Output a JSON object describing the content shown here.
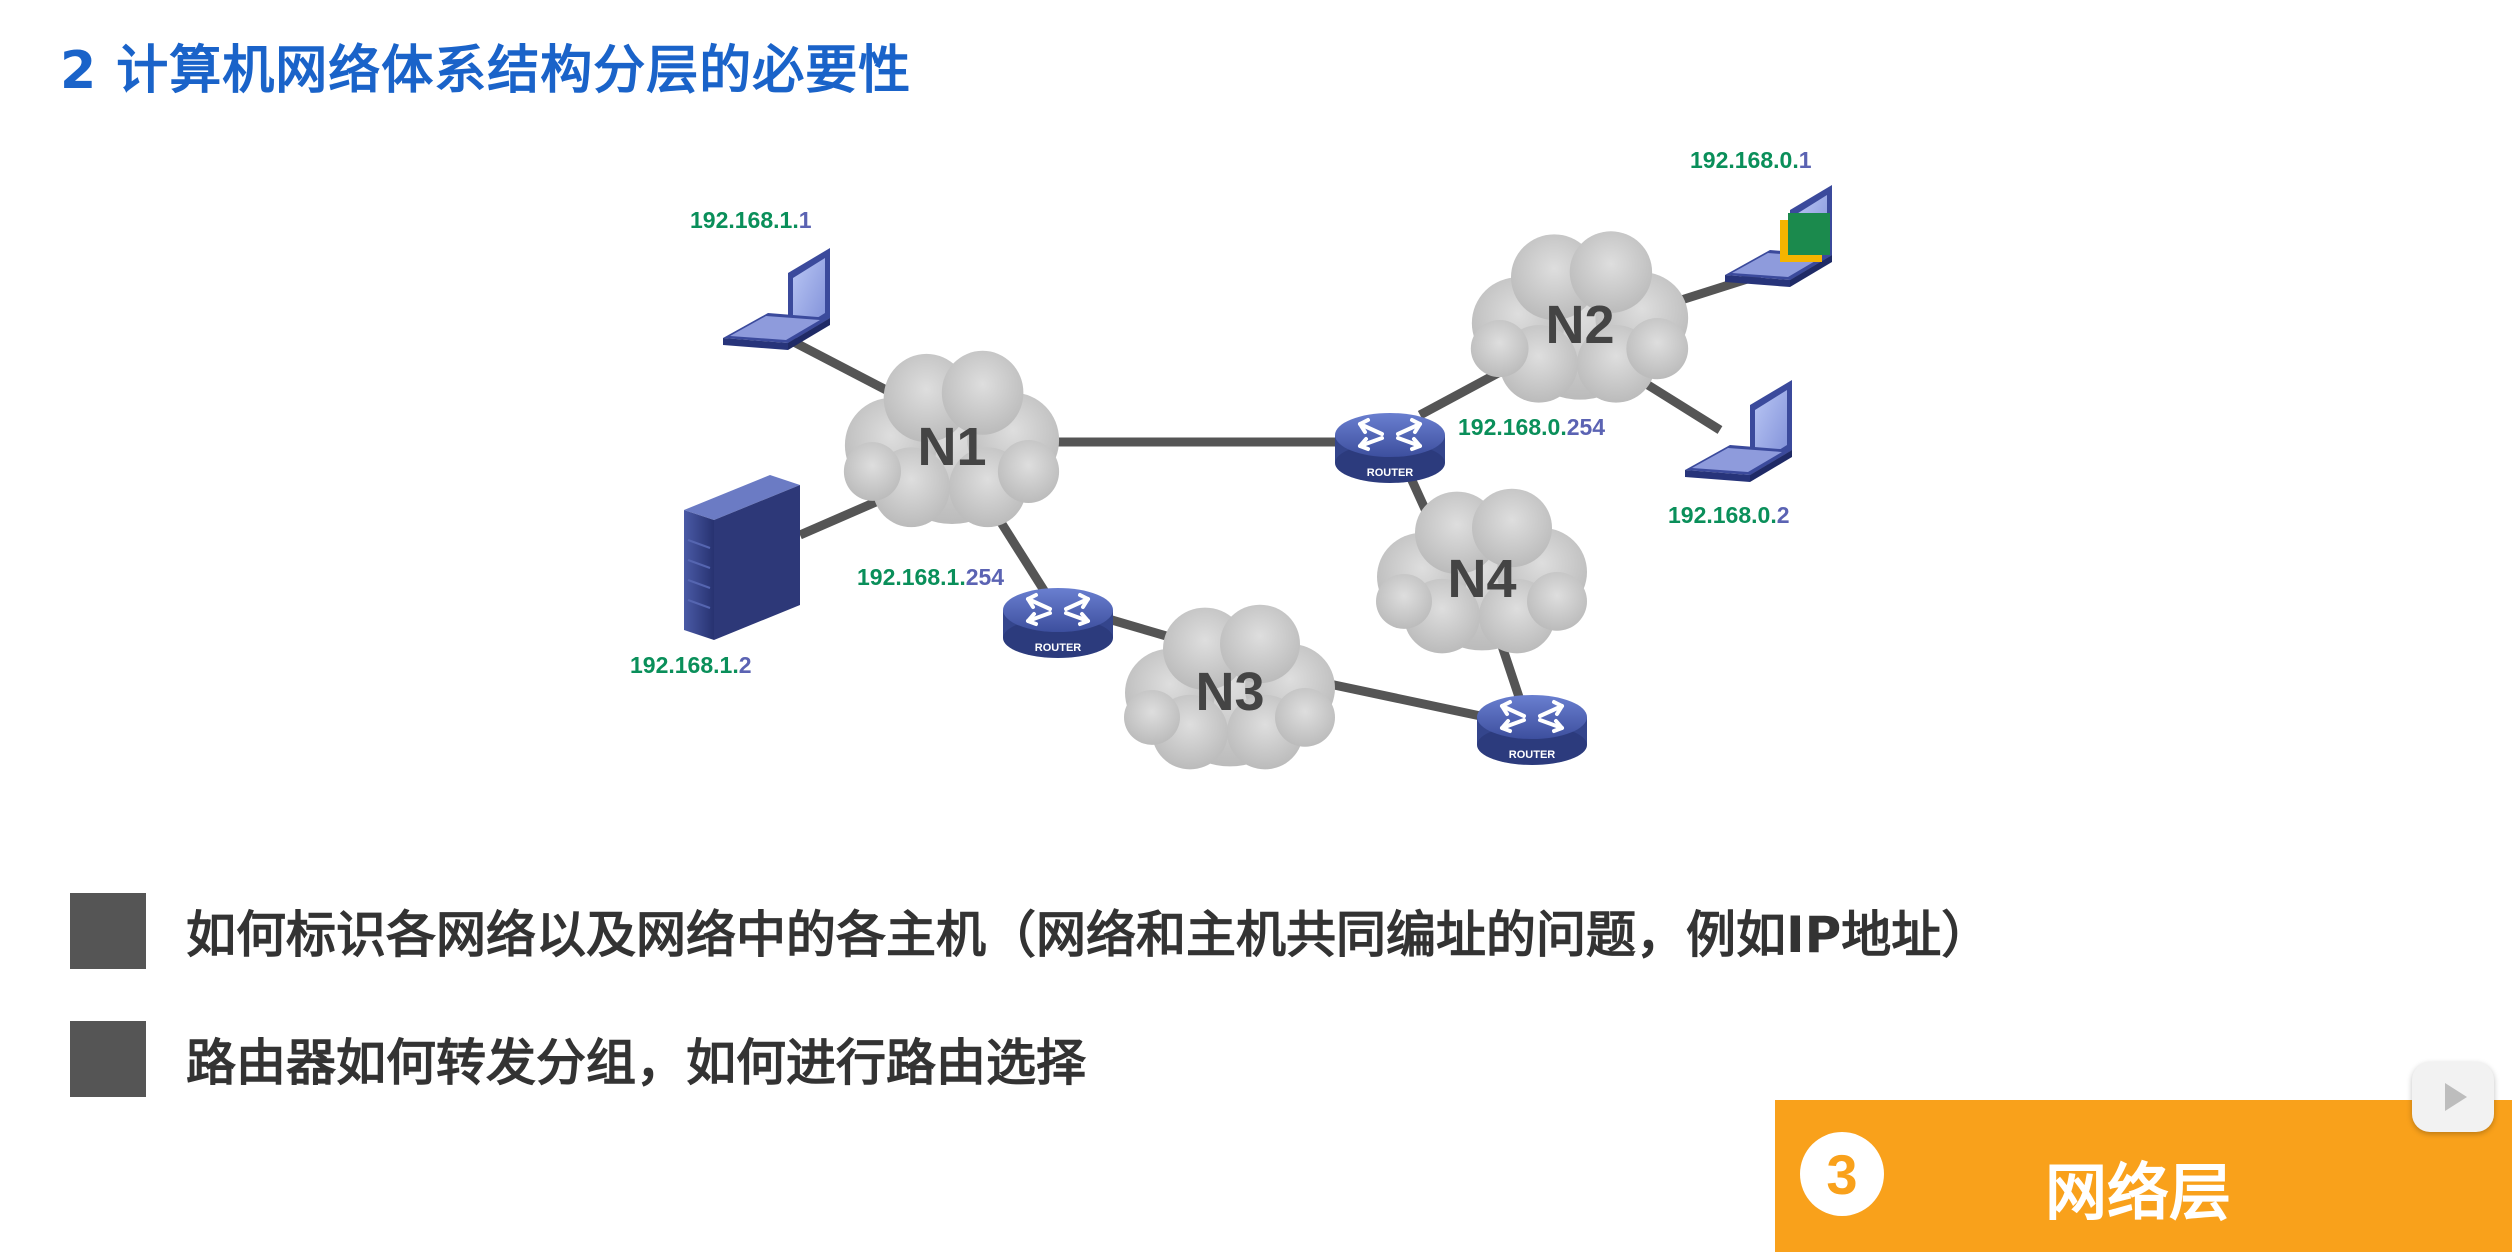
{
  "title": "2 计算机网络体系结构分层的必要性",
  "networks": [
    "N1",
    "N2",
    "N3",
    "N4"
  ],
  "hosts": {
    "laptop_n1": {
      "prefix": "192.168.1.",
      "suffix": "1"
    },
    "server_n1": {
      "prefix": "192.168.1.",
      "suffix": "2"
    },
    "laptop_n2_top": {
      "prefix": "192.168.0.",
      "suffix": "1"
    },
    "laptop_n2_bottom": {
      "prefix": "192.168.0.",
      "suffix": "2"
    }
  },
  "router_ports": {
    "r1_n1": {
      "prefix": "192.168.1.",
      "suffix": "254"
    },
    "r_n2": {
      "prefix": "192.168.0.",
      "suffix": "254"
    }
  },
  "router_label": "ROUTER",
  "bullets": [
    "如何标识各网络以及网络中的各主机（网络和主机共同编址的问题，例如IP地址）",
    "路由器如何转发分组，如何进行路由选择"
  ],
  "badge": {
    "number": "3",
    "label": "网络层"
  },
  "colors": {
    "title": "#1a63c9",
    "ip": "#0a8f5a",
    "ip_tail": "#5b63b3",
    "badge": "#f9a11b",
    "cloud": "#c8c8c8"
  }
}
